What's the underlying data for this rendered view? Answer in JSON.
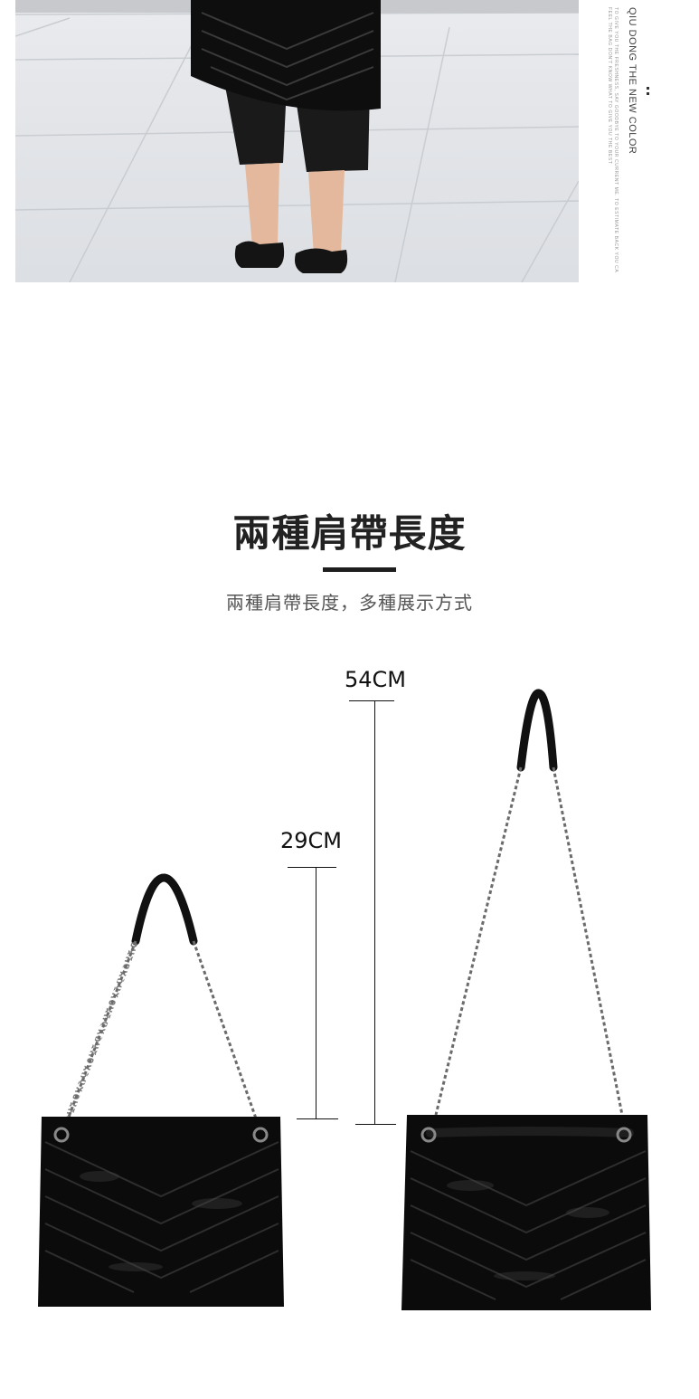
{
  "side_caption": {
    "main": "QIU DONG THE NEW COLOR",
    "small_1": "TO GIVE YOU THE FRESHNESS, SAY GOODBYE TO YOUR CURRENT ME. TO ESTIMATE BACK YOU CA",
    "small_2": "FEEL THE BAG DON'T KNOW WHAT TO GIVE YOU THE BEST"
  },
  "section": {
    "title": "兩種肩帶長度",
    "subtitle": "兩種肩帶長度，多種展示方式"
  },
  "measurements": {
    "long_strap": "54CM",
    "short_strap": "29CM"
  },
  "colors": {
    "leather": "#0b0b0b",
    "chain": "#6b6b6b",
    "pavement": "#e3e5e9"
  }
}
